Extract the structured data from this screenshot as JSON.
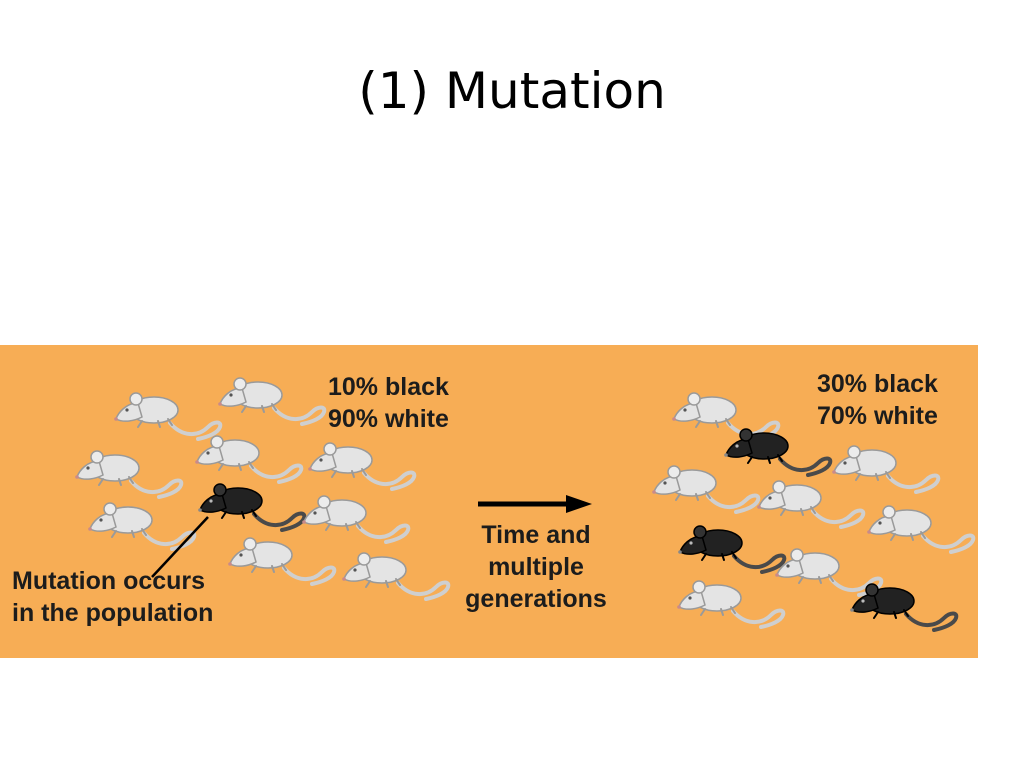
{
  "title": "(1) Mutation",
  "before": {
    "line1": "10% black",
    "line2": "90% white"
  },
  "after": {
    "line1": "30% black",
    "line2": "70% white"
  },
  "mutation_note": {
    "line1": "Mutation occurs",
    "line2": "in the population"
  },
  "time_note": {
    "line1": "Time and",
    "line2": "multiple",
    "line3": "generations"
  },
  "colors": {
    "panel_background": "#f7ad55",
    "white_mouse": "#e3e3e3",
    "black_mouse": "#1f1f1f"
  }
}
